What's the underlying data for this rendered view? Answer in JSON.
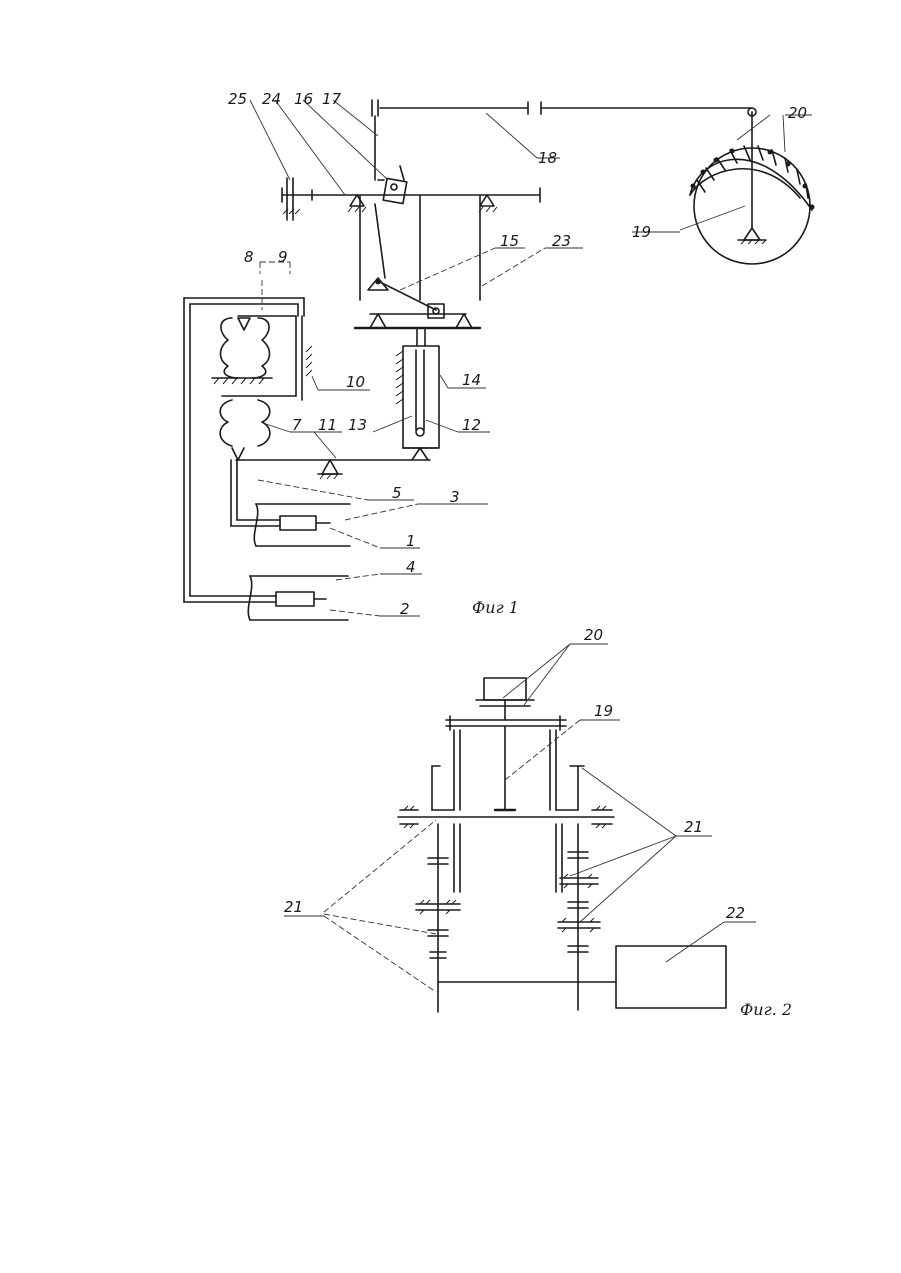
{
  "figure1": {
    "caption": "Фиг 1",
    "labels": [
      "25",
      "24",
      "16",
      "17",
      "18",
      "20",
      "19",
      "15",
      "23",
      "8",
      "9",
      "10",
      "14",
      "7",
      "11",
      "13",
      "12",
      "5",
      "3",
      "1",
      "4",
      "2"
    ]
  },
  "figure2": {
    "caption": "Фиг. 2",
    "labels": [
      "20",
      "19",
      "21",
      "21",
      "22"
    ]
  }
}
